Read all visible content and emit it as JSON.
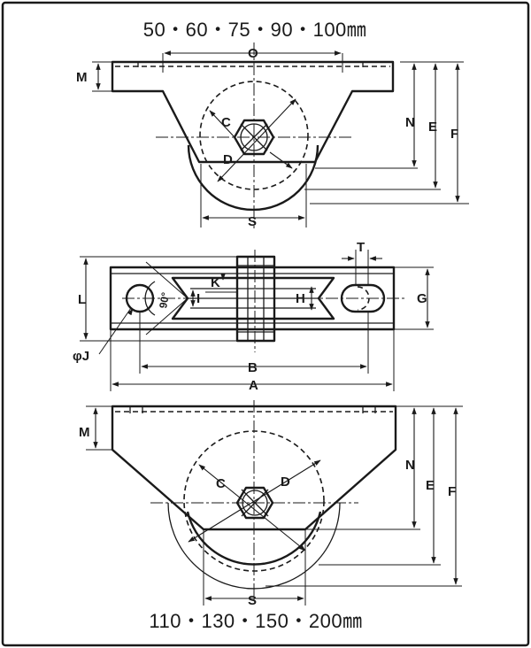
{
  "title_top": "50・60・75・90・100㎜",
  "title_bottom": "110・130・150・200㎜",
  "top_view": {
    "labels": {
      "O": "O",
      "M": "M",
      "C": "C",
      "D": "D",
      "N": "N",
      "E": "E",
      "F": "F",
      "S": "S"
    }
  },
  "plan_view": {
    "labels": {
      "T": "T",
      "K": "K",
      "L": "L",
      "G": "G",
      "I": "I",
      "H": "H",
      "angle": "90°",
      "phiJ": "φJ",
      "B": "B",
      "A": "A"
    }
  },
  "bottom_view": {
    "labels": {
      "M": "M",
      "C": "C",
      "D": "D",
      "N": "N",
      "E": "E",
      "F": "F",
      "S": "S"
    }
  }
}
